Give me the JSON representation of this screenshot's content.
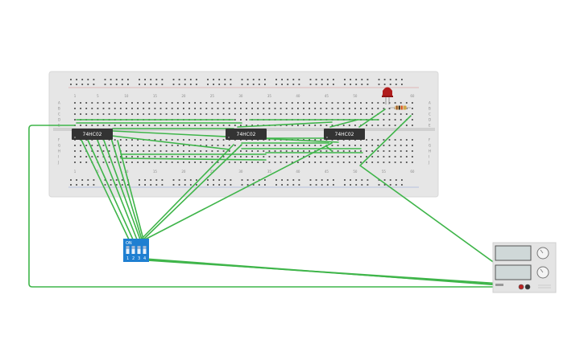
{
  "breadboard": {
    "column_numbers": [
      "1",
      "5",
      "10",
      "15",
      "20",
      "25",
      "30",
      "35",
      "40",
      "45",
      "50",
      "55",
      "60"
    ],
    "row_letters_top": [
      "A",
      "B",
      "C",
      "D",
      "E"
    ],
    "row_letters_bottom": [
      "F",
      "G",
      "H",
      "I",
      "J"
    ]
  },
  "chips": [
    {
      "label": "74HC02"
    },
    {
      "label": "74HC02"
    },
    {
      "label": "74HC02"
    }
  ],
  "dip_switch": {
    "on_label": "ON",
    "numbers": [
      "1",
      "2",
      "3",
      "4"
    ]
  },
  "colors": {
    "wire": "#3fb54a",
    "breadboard": "#e6e6e6",
    "chip": "#333333",
    "dip": "#1f7fd1",
    "led": "#b01c1c",
    "rail_red": "#d24a4a",
    "rail_blue": "#4a6fd2"
  },
  "icons": {
    "led": "red-led-icon",
    "resistor": "resistor-icon",
    "power_supply": "power-supply-icon"
  }
}
